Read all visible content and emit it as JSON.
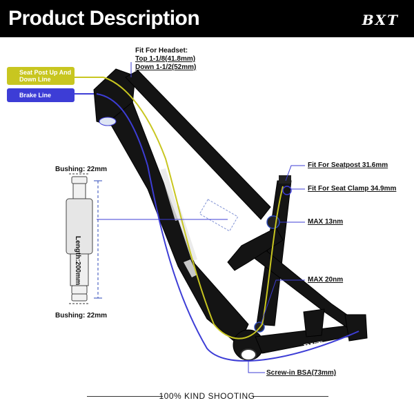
{
  "header": {
    "title": "Product Description",
    "brand": "BXT"
  },
  "legend": [
    {
      "label": "Seat Post Up And Down Line",
      "color": "#c8c620"
    },
    {
      "label": "Brake Line",
      "color": "#3d3dd6"
    }
  ],
  "annotations": {
    "headset_title": "Fit For Headset:",
    "headset_top": "Top 1-1/8(41.8mm)",
    "headset_down": "Down 1-1/2(52mm)",
    "seatpost": "Fit For Seatpost 31.6mm",
    "seat_clamp": "Fit For Seat Clamp 34.9mm",
    "max_13": "MAX 13nm",
    "max_20": "MAX 20nm",
    "bsa": "Screw-in BSA(73mm)",
    "bushing_top": "Bushing: 22mm",
    "bushing_bottom": "Bushing: 22mm",
    "length": "Length:200mm"
  },
  "footer": {
    "text": "100% KIND SHOOTING"
  },
  "colors": {
    "frame": "#141414",
    "header_bg": "#000000",
    "leader": "#3d3dd6"
  }
}
